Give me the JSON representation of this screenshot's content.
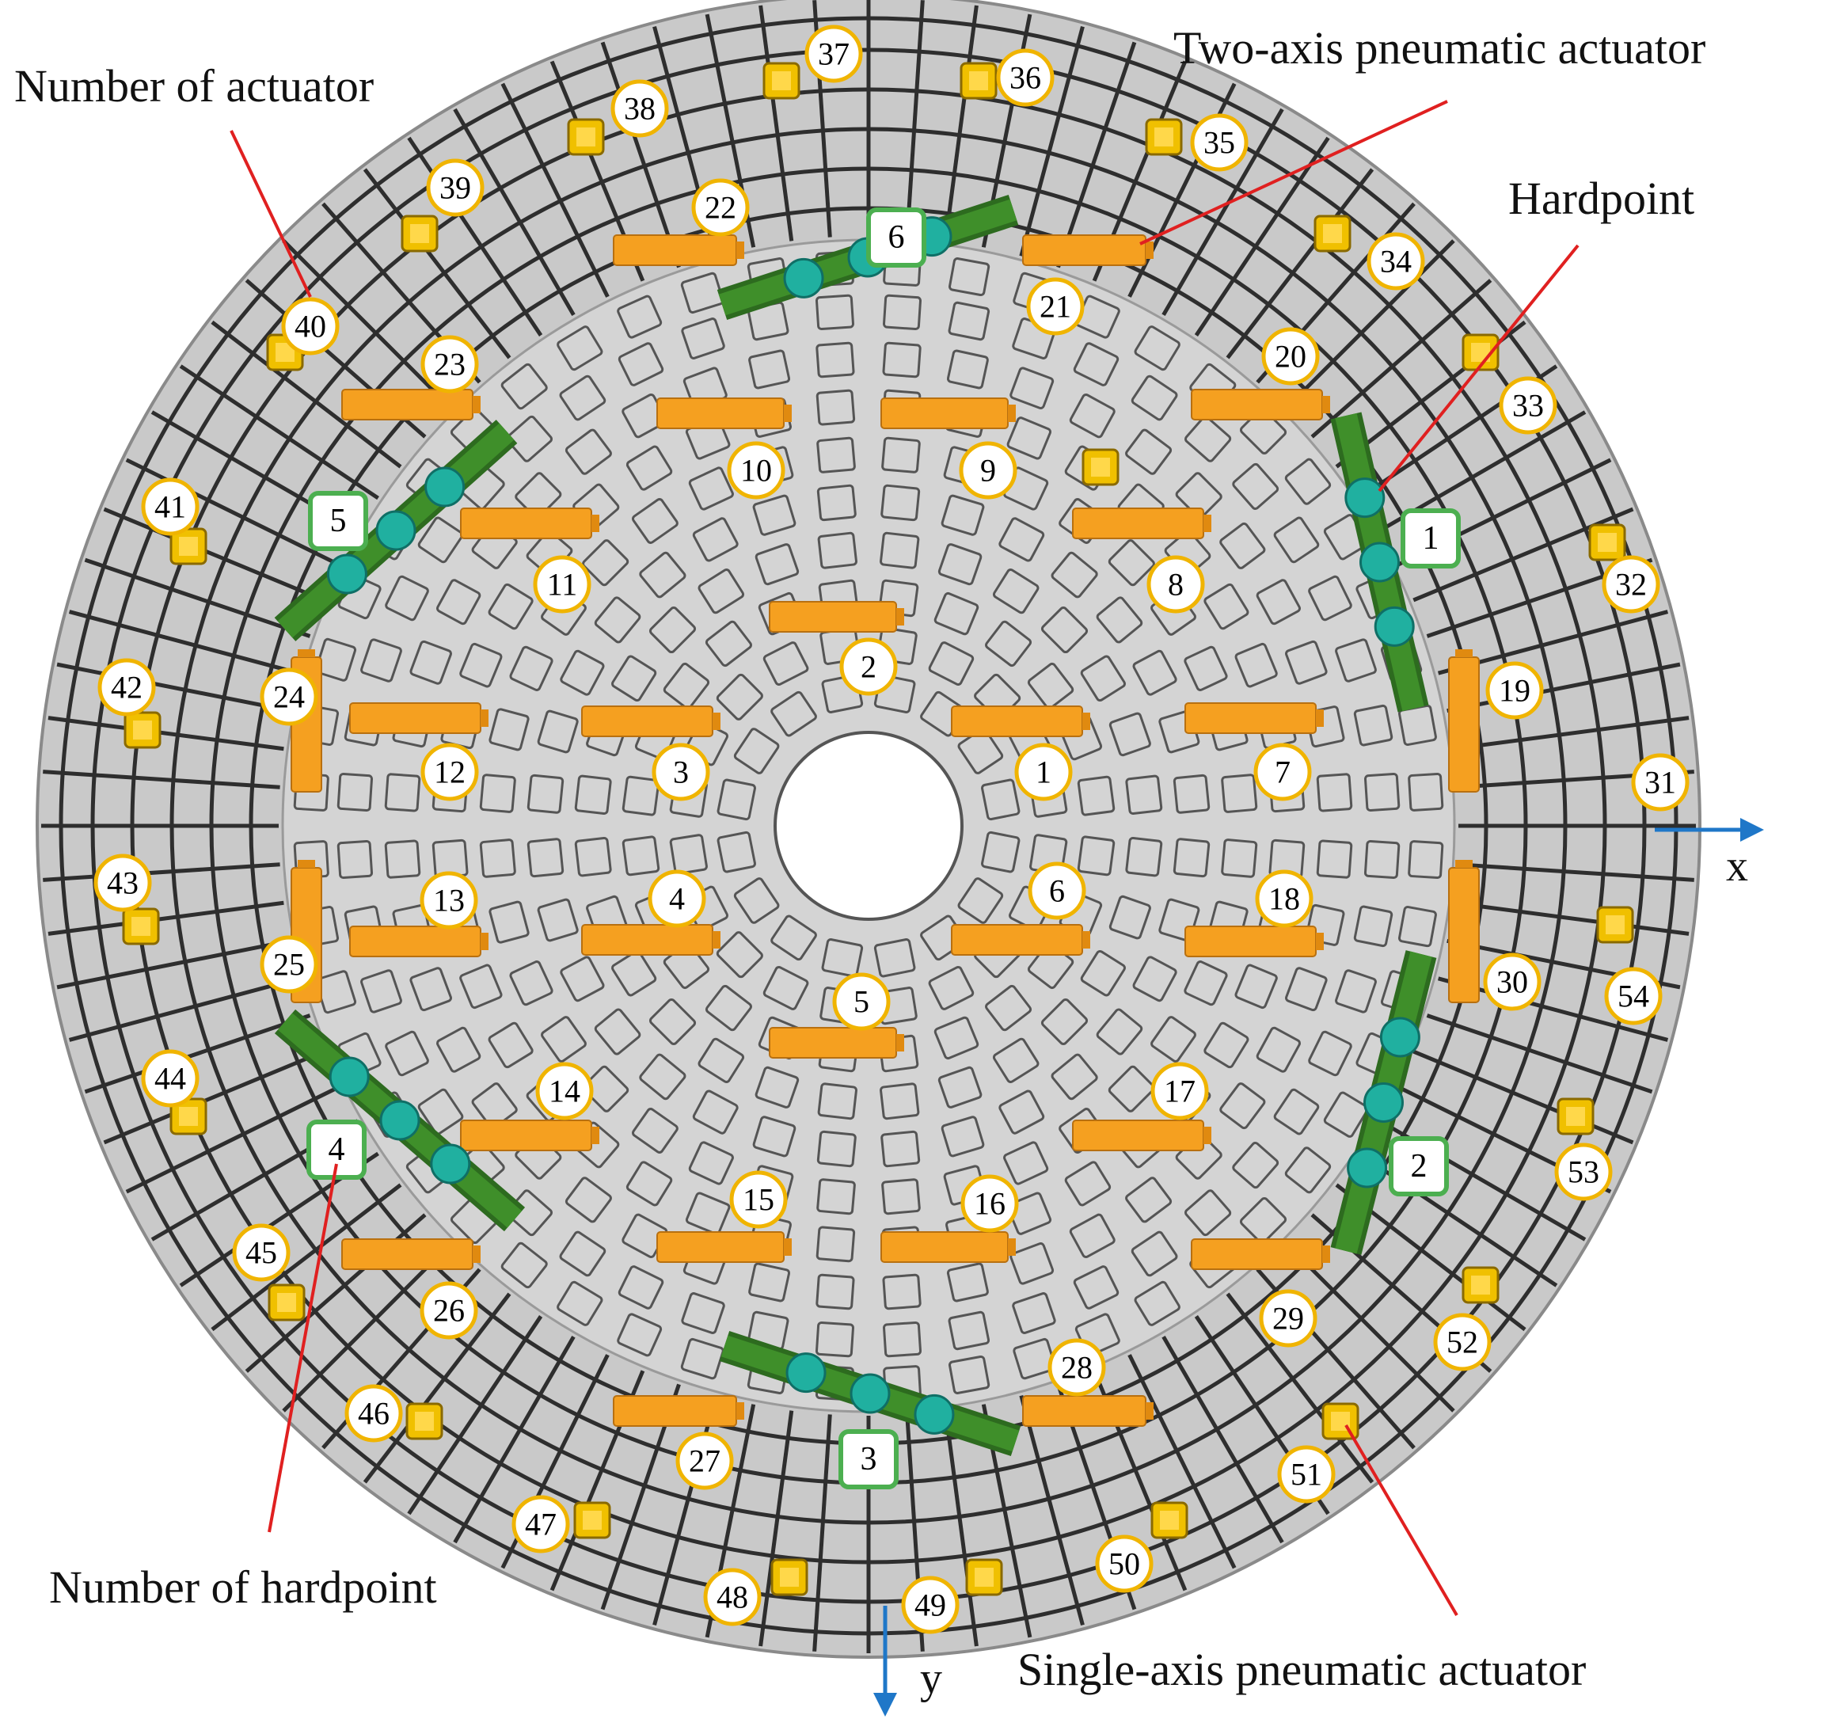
{
  "callouts": {
    "number_of_actuator": "Number of actuator",
    "two_axis": "Two-axis pneumatic actuator",
    "hardpoint": "Hardpoint",
    "number_of_hardpoint": "Number of hardpoint",
    "single_axis": "Single-axis pneumatic actuator"
  },
  "axes": {
    "x_label": "x",
    "y_label": "y"
  },
  "two_axis_actuator_numbers": [
    "1",
    "2",
    "3",
    "4",
    "5",
    "6",
    "7",
    "8",
    "9",
    "10",
    "11",
    "12",
    "13",
    "14",
    "15",
    "16",
    "17",
    "18",
    "19",
    "20",
    "21",
    "22",
    "23",
    "24",
    "25",
    "26",
    "27",
    "28",
    "29",
    "30"
  ],
  "single_axis_actuator_numbers": [
    "31",
    "32",
    "33",
    "34",
    "35",
    "36",
    "37",
    "38",
    "39",
    "40",
    "41",
    "42",
    "43",
    "44",
    "45",
    "46",
    "47",
    "48",
    "49",
    "50",
    "51",
    "52",
    "53",
    "54"
  ],
  "hardpoint_numbers": [
    "1",
    "2",
    "3",
    "4",
    "5",
    "6"
  ],
  "colors": {
    "mirror_gray": "#cfcfcf",
    "rib_dark": "#2e2e2e",
    "actuator_orange": "#f5a020",
    "single_axis_yellow": "#f0c000",
    "hardpoint_green": "#3f8f2a",
    "hardpoint_cyan": "#20b0a0",
    "badge_yellow_border": "#f0b400",
    "badge_green_border": "#4caf50",
    "callout_red": "#e02020",
    "axis_blue": "#1f77c8"
  }
}
